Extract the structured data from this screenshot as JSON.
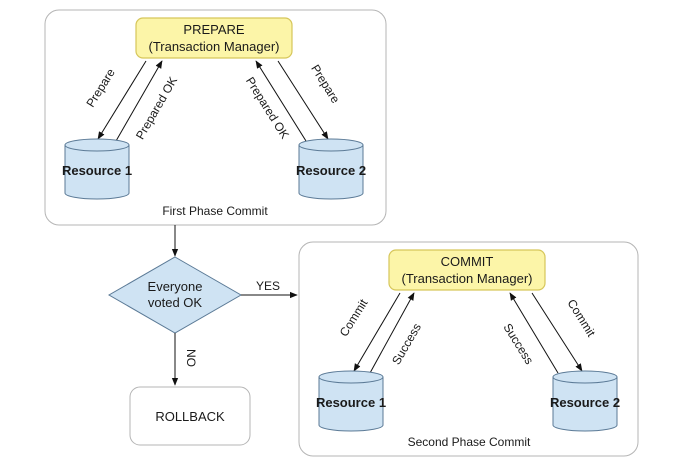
{
  "phase1": {
    "caption": "First Phase Commit",
    "tm_line1": "PREPARE",
    "tm_line2": "(Transaction Manager)",
    "left_down": "Prepare",
    "left_up": "Prepared OK",
    "right_up": "Prepared OK",
    "right_down": "Prepare",
    "resource1": "Resource 1",
    "resource2": "Resource 2"
  },
  "decision": {
    "line1": "Everyone",
    "line2": "voted OK",
    "yes": "YES",
    "no": "NO"
  },
  "rollback": {
    "label": "ROLLBACK"
  },
  "phase2": {
    "caption": "Second Phase Commit",
    "tm_line1": "COMMIT",
    "tm_line2": "(Transaction Manager)",
    "left_down": "Commit",
    "left_up": "Success",
    "right_up": "Success",
    "right_down": "Commit",
    "resource1": "Resource 1",
    "resource2": "Resource 2"
  },
  "colors": {
    "tm_fill": "#fcf5a8",
    "tm_stroke": "#d6c65a",
    "cylinder_fill": "#cfe3f3",
    "cylinder_stroke": "#5b7a96",
    "diamond_fill": "#cfe3f3",
    "panel_stroke": "#b5b5b5"
  }
}
